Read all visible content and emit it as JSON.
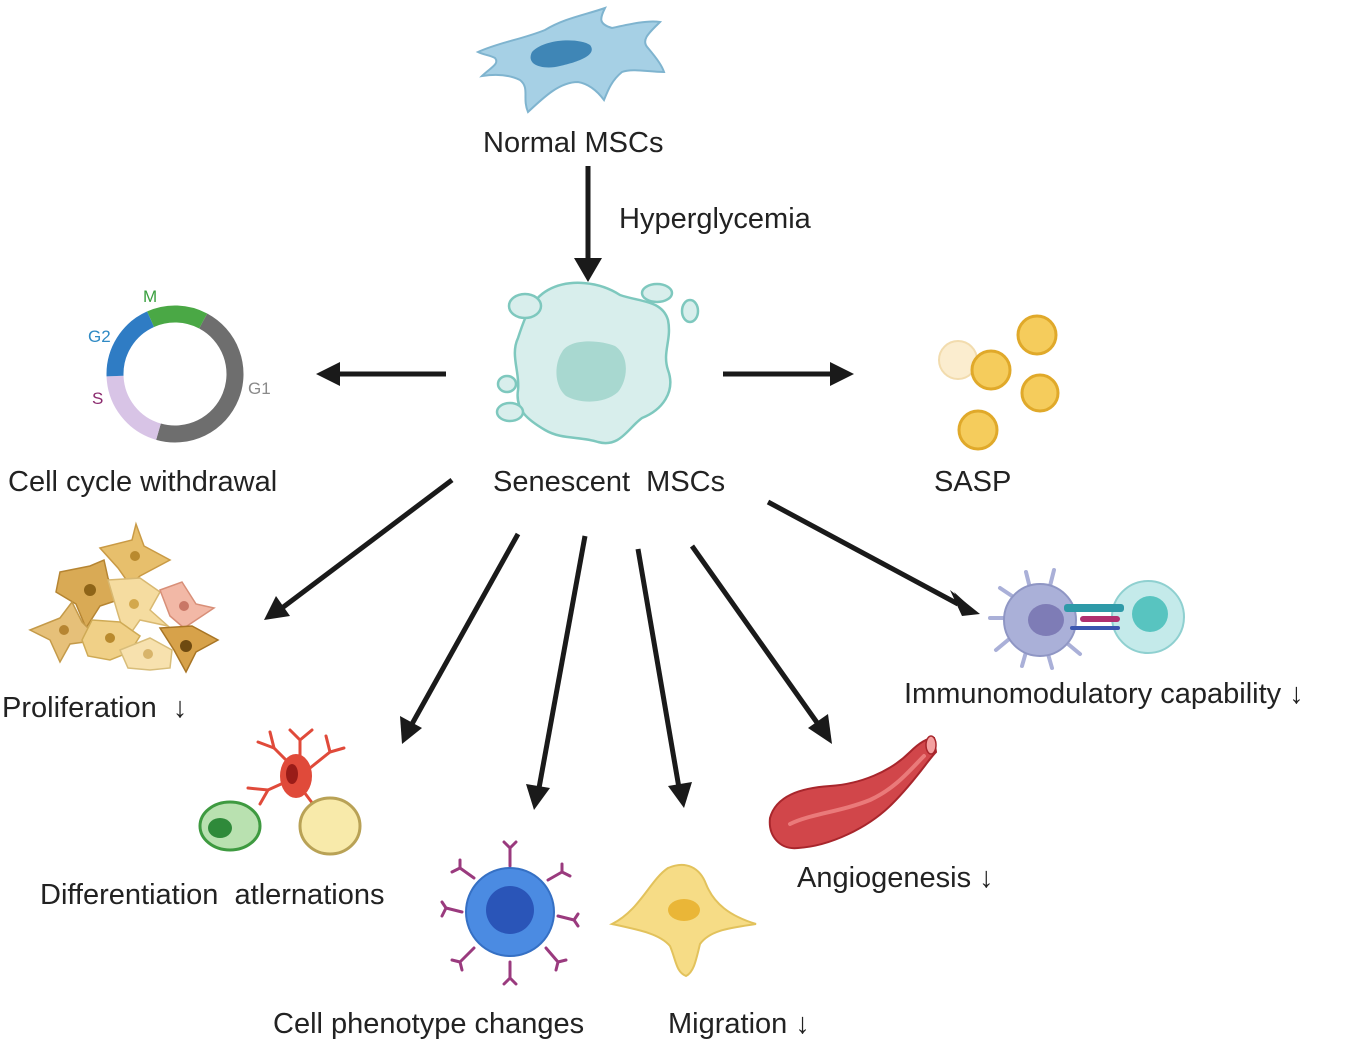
{
  "labels": {
    "normal_mscs": "Normal MSCs",
    "hyperglycemia": "Hyperglycemia",
    "senescent_mscs": "Senescent  MSCs",
    "cell_cycle_withdrawal": "Cell cycle withdrawal",
    "sasp": "SASP",
    "proliferation": "Proliferation  ↓",
    "immunomodulatory": "Immunomodulatory capability ↓",
    "differentiation": "Differentiation  atlernations",
    "angiogenesis": "Angiogenesis ↓",
    "cell_phenotype": "Cell phenotype changes",
    "migration": "Migration ↓"
  },
  "cell_cycle": {
    "phases": [
      {
        "name": "G1",
        "color": "#6e6e6e"
      },
      {
        "name": "S",
        "color": "#d8c4e6"
      },
      {
        "name": "G2",
        "color": "#2f7cc4"
      },
      {
        "name": "M",
        "color": "#4aa845"
      }
    ],
    "label_colors": {
      "G1": "#8a8a8a",
      "S": "#8b2a6e",
      "G2": "#2f8ac4",
      "M": "#3aa040"
    }
  },
  "colors": {
    "arrow": "#1a1a1a",
    "normal_cell": "#a8d2e6",
    "senescent_cell": "#d6ecea",
    "sasp": "#f1c44a",
    "macrophage": "#aab0d8",
    "t_cell": "#bfe6e6",
    "phenotype_cell": "#4a7fd8",
    "migration_cell": "#f6d97a",
    "vessel": "#c8444a"
  }
}
